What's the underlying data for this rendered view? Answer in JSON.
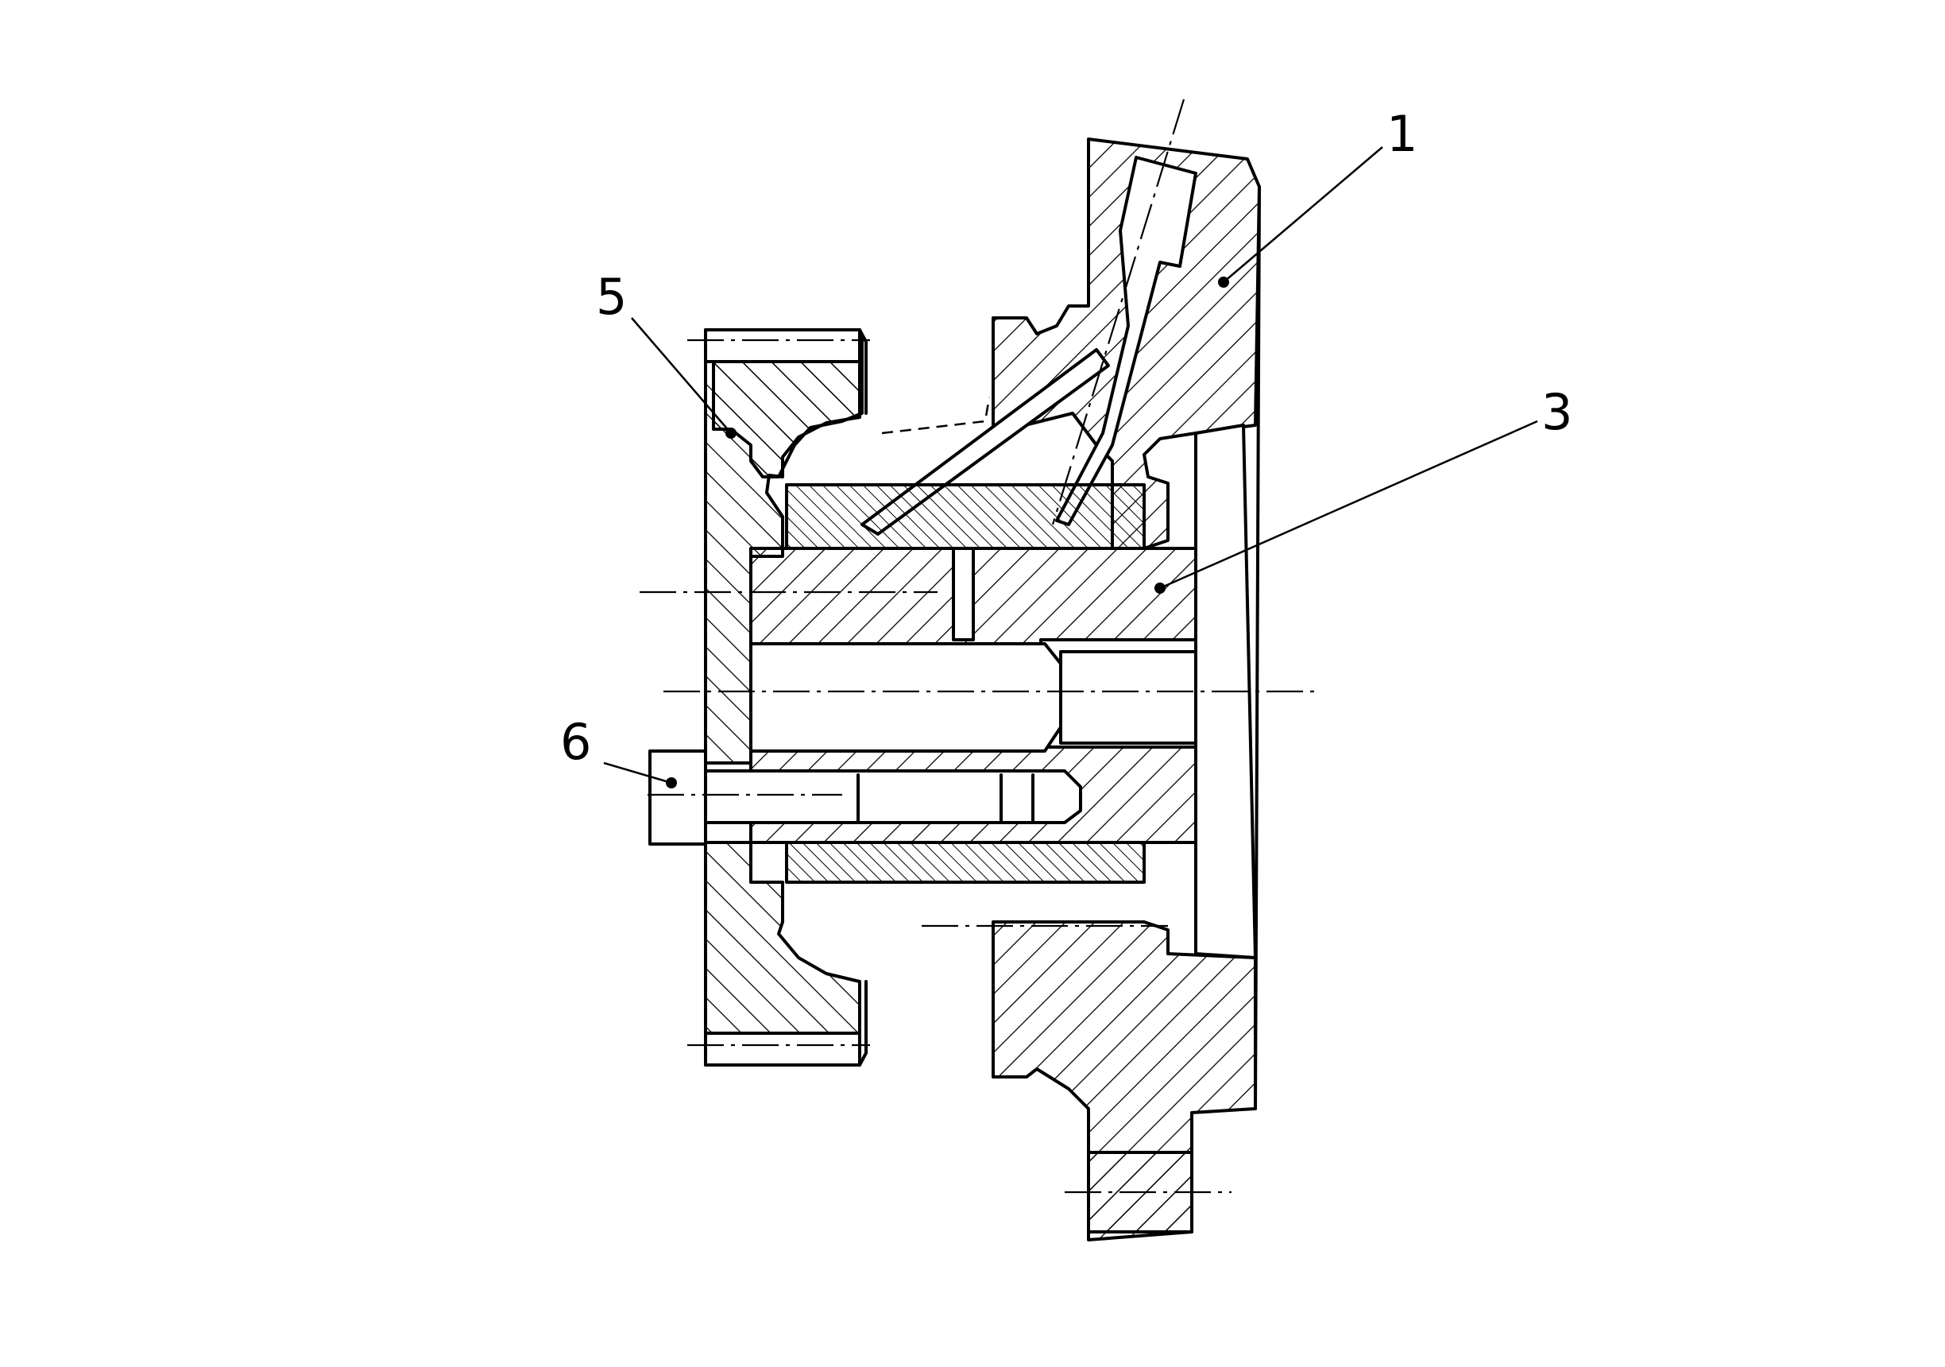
{
  "callouts": [
    {
      "id": "1",
      "label": "1"
    },
    {
      "id": "3",
      "label": "3"
    },
    {
      "id": "5",
      "label": "5"
    },
    {
      "id": "6",
      "label": "6"
    }
  ],
  "colors": {
    "ink": "#000000",
    "paper": "#ffffff"
  }
}
